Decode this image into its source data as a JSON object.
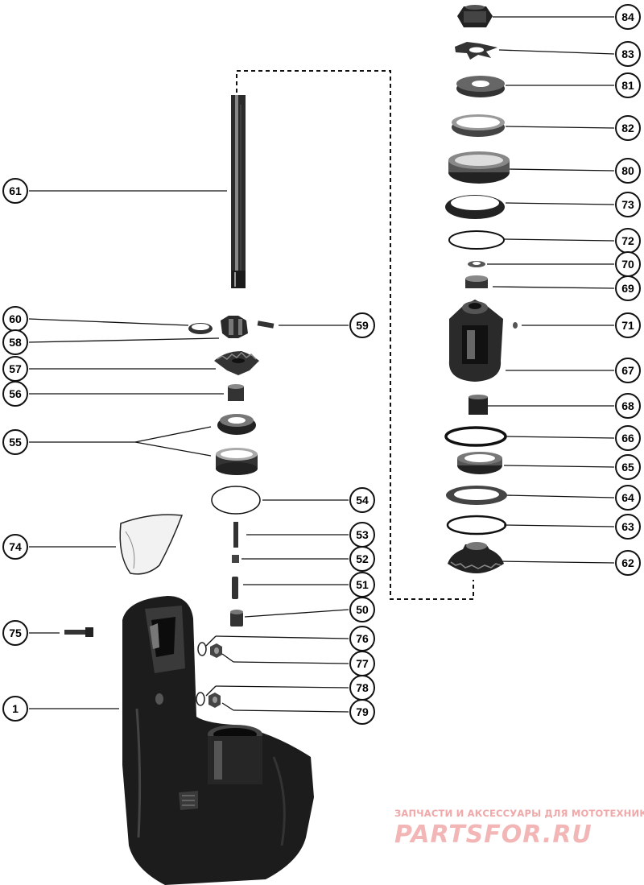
{
  "diagram": {
    "callouts": [
      "84",
      "83",
      "81",
      "82",
      "80",
      "73",
      "72",
      "70",
      "69",
      "71",
      "67",
      "68",
      "66",
      "65",
      "64",
      "63",
      "62",
      "61",
      "60",
      "58",
      "59",
      "57",
      "56",
      "55",
      "54",
      "74",
      "53",
      "52",
      "51",
      "50",
      "75",
      "76",
      "77",
      "78",
      "79",
      "1"
    ]
  },
  "watermark": {
    "subtitle": "ЗАПЧАСТИ И АКСЕССУАРЫ ДЛЯ МОТОТЕХНИКИ",
    "logo": "PARTSFOR.RU"
  },
  "colors": {
    "ink": "#111111",
    "watermark": "#f3b6b6"
  }
}
